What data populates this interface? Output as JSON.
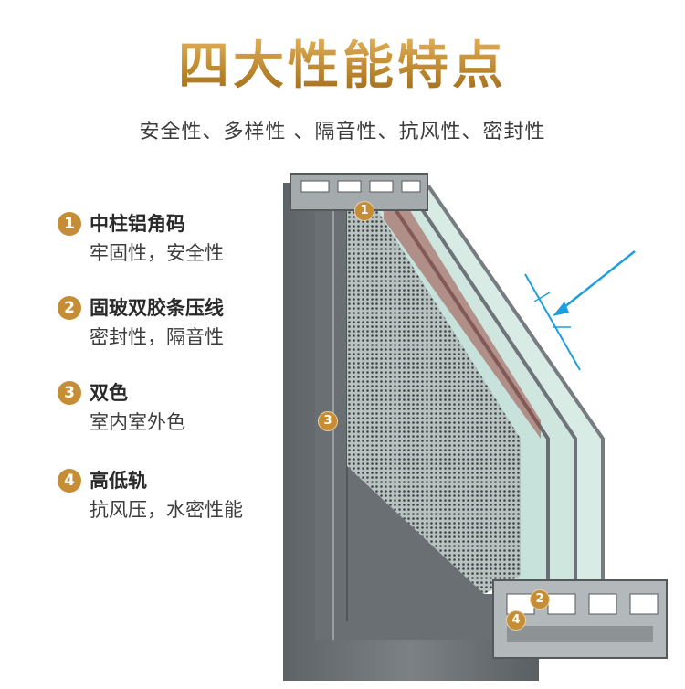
{
  "header": {
    "title": "四大性能特点",
    "subtitle": "安全性、多样性 、隔音性、抗风性、密封性"
  },
  "features": [
    {
      "number": "1",
      "title": "中柱铝角码",
      "desc": "牢固性，安全性"
    },
    {
      "number": "2",
      "title": "固玻双胶条压线",
      "desc": "密封性，隔音性"
    },
    {
      "number": "3",
      "title": "双色",
      "desc": "室内室外色"
    },
    {
      "number": "4",
      "title": "高低轨",
      "desc": "抗风压，水密性能"
    }
  ],
  "markers": [
    "1",
    "2",
    "3",
    "4"
  ],
  "colors": {
    "accent_gold": "#c48d36",
    "frame_gray": "#6e7377",
    "arrow_blue": "#1e9fdc",
    "glass_green": "#cfe6df"
  },
  "icons": [
    "wind-arrow-icon",
    "window-profile-illustration"
  ]
}
